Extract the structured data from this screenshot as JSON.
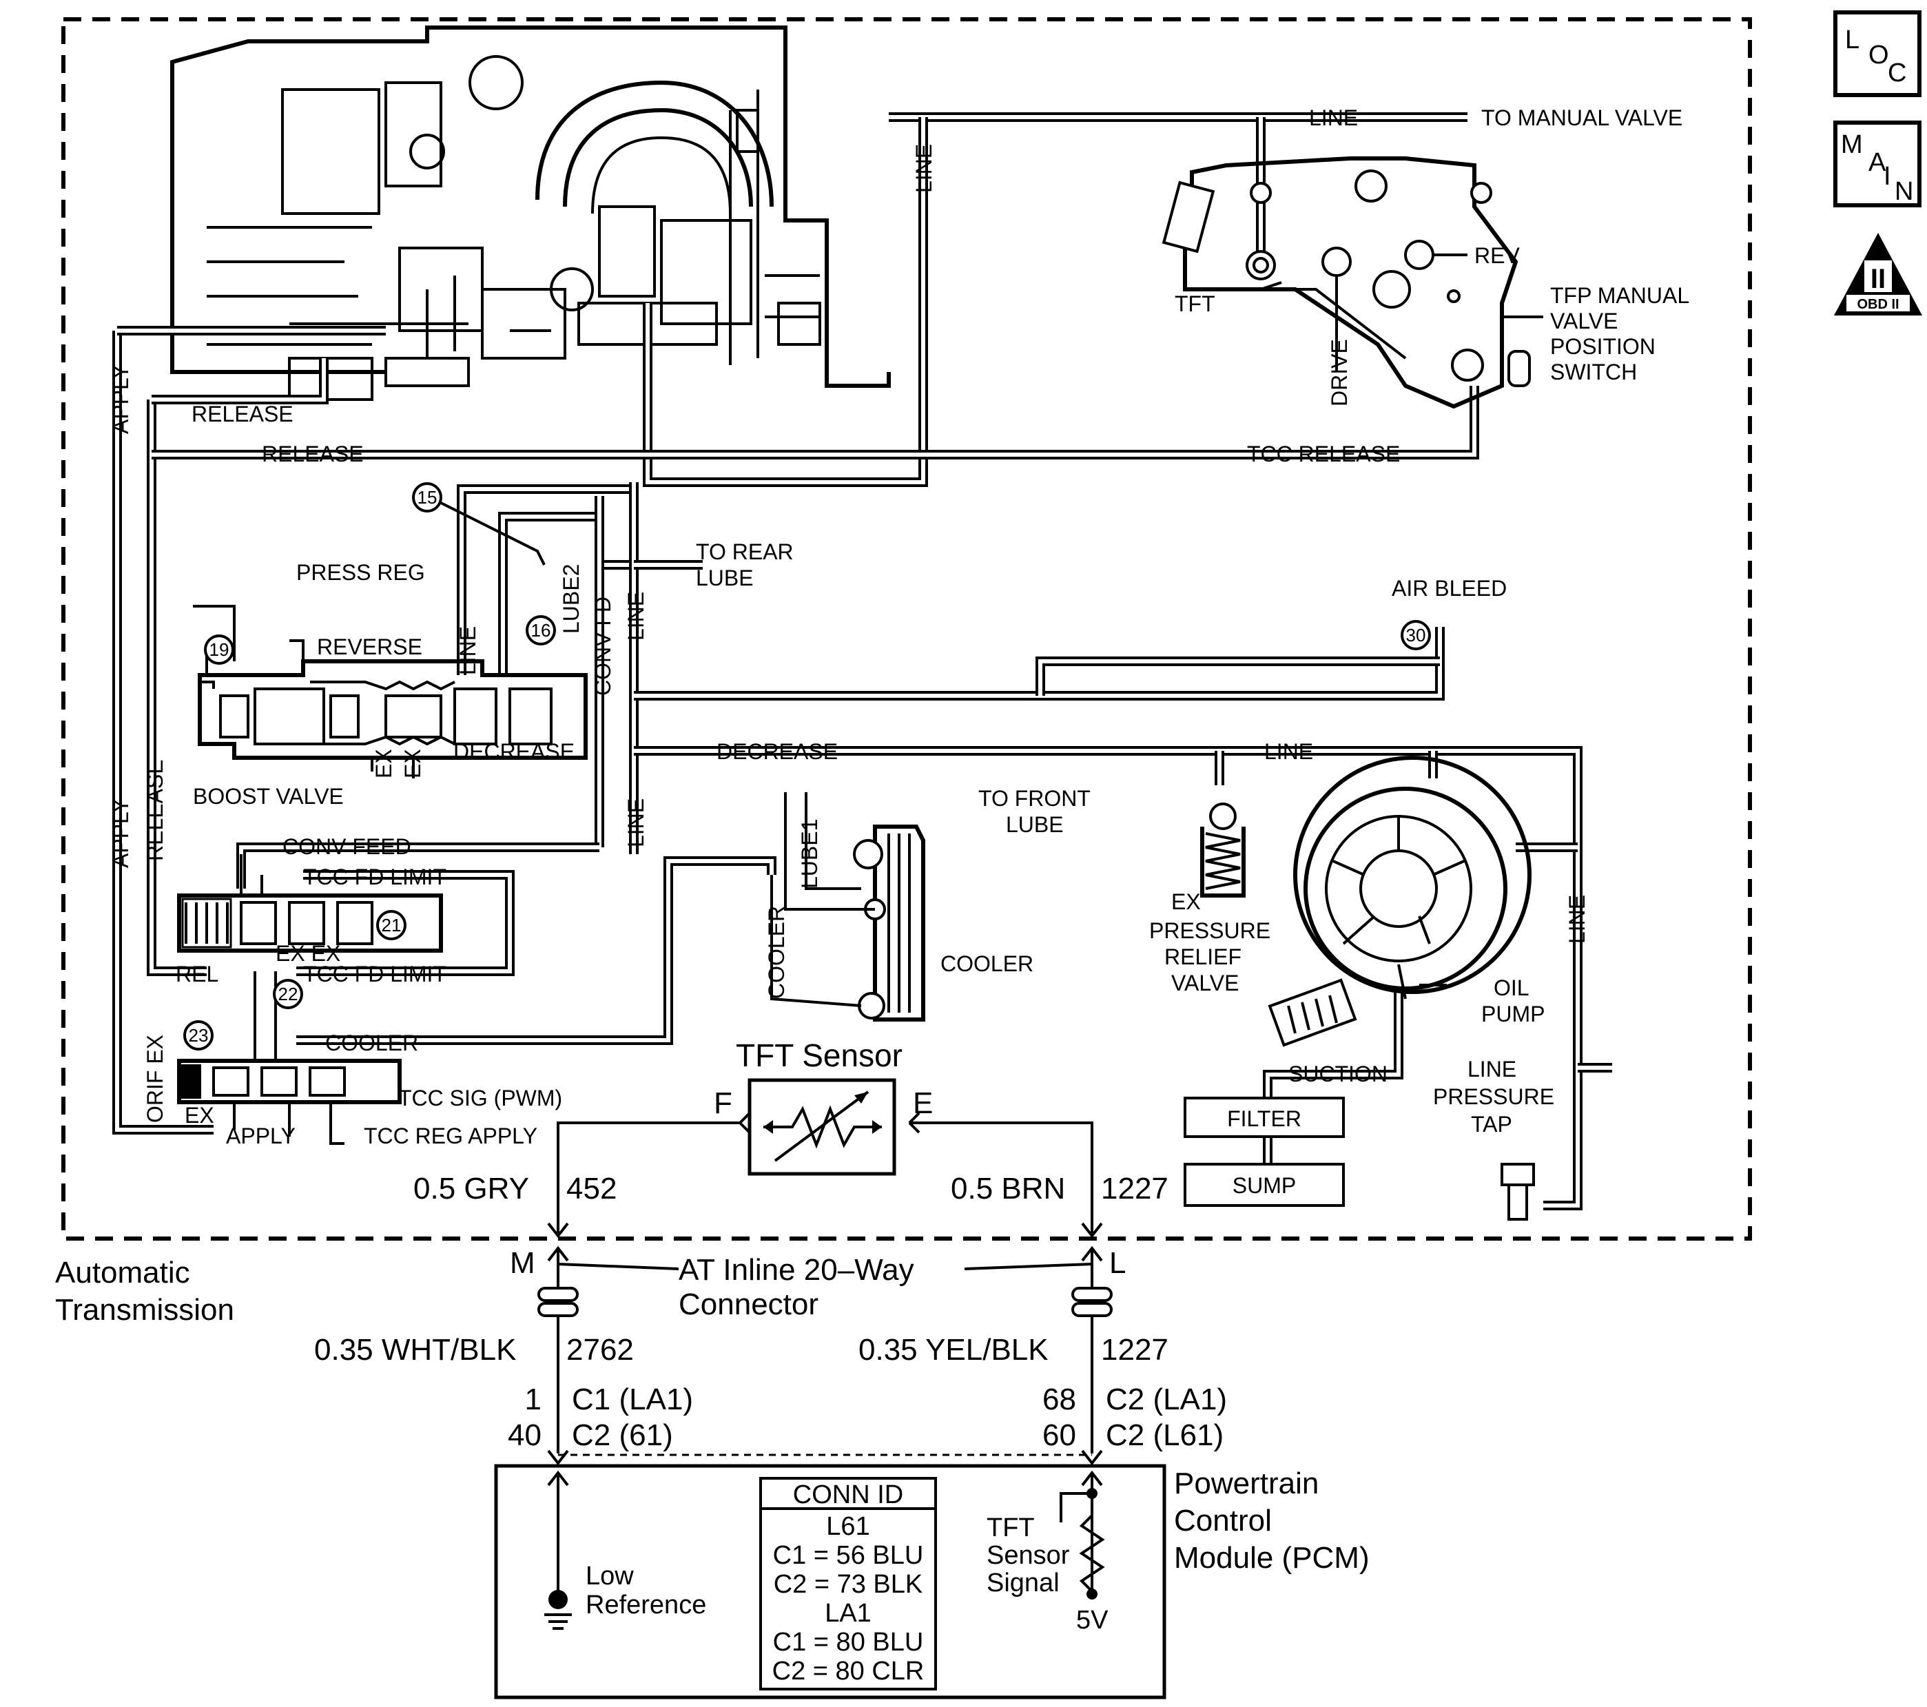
{
  "badges": {
    "loc": [
      "L",
      "O",
      "C"
    ],
    "main": [
      "M",
      "A",
      "I",
      "N"
    ],
    "obd": {
      "numeral": "II",
      "text": "OBD II"
    }
  },
  "hydraulic": {
    "line": "LINE",
    "to_manual_valve": "TO MANUAL VALVE",
    "tft": "TFT",
    "rev": "REV",
    "drive": "DRIVE",
    "tfp_switch": [
      "TFP MANUAL",
      "VALVE",
      "POSITION",
      "SWITCH"
    ],
    "apply": "APPLY",
    "release": "RELEASE",
    "tcc_release": "TCC RELEASE",
    "press_reg": "PRESS REG",
    "to_rear_lube": [
      "TO REAR",
      "LUBE"
    ],
    "lube2": "LUBE2",
    "conv_fd": "CONV FD",
    "reverse": "REVERSE",
    "air_bleed": "AIR BLEED",
    "decrease": "DECREASE",
    "ex": "EX",
    "ex_ex": "EX EX",
    "boost_valve": "BOOST VALVE",
    "conv_feed": "CONV FEED",
    "tcc_fd_limit": "TCC FD LIMIT",
    "to_front_lube": [
      "TO FRONT",
      "LUBE"
    ],
    "lube1": "LUBE1",
    "cooler": "COOLER",
    "pressure_relief": [
      "PRESSURE",
      "RELIEF",
      "VALVE"
    ],
    "oil_pump": [
      "OIL",
      "PUMP"
    ],
    "rel": "REL",
    "orif_ex": "ORIF EX",
    "tcc_sig": "TCC SIG (PWM)",
    "tcc_reg_apply": "TCC REG APPLY",
    "suction": "SUCTION",
    "filter": "FILTER",
    "sump": "SUMP",
    "line_pressure_tap": [
      "LINE",
      "PRESSURE",
      "TAP"
    ],
    "callouts": [
      "15",
      "16",
      "19",
      "21",
      "22",
      "23",
      "30"
    ]
  },
  "electrical": {
    "sensor_title": "TFT Sensor",
    "pin_f": "F",
    "pin_e": "E",
    "wire_left_top": {
      "gauge": "0.5 GRY",
      "circuit": "452"
    },
    "wire_right_top": {
      "gauge": "0.5 BRN",
      "circuit": "1227"
    },
    "connector_pin_m": "M",
    "connector_pin_l": "L",
    "connector_name": [
      "AT Inline 20–Way",
      "Connector"
    ],
    "zone_label": [
      "Automatic",
      "Transmission"
    ],
    "wire_left_bottom": {
      "gauge": "0.35 WHT/BLK",
      "circuit": "2762"
    },
    "wire_right_bottom": {
      "gauge": "0.35 YEL/BLK",
      "circuit": "1227"
    },
    "pcm_left_pins": [
      {
        "pin": "1",
        "conn": "C1 (LA1)"
      },
      {
        "pin": "40",
        "conn": "C2 (61)"
      }
    ],
    "pcm_right_pins": [
      {
        "pin": "68",
        "conn": "C2 (LA1)"
      },
      {
        "pin": "60",
        "conn": "C2 (L61)"
      }
    ],
    "pcm_name": [
      "Powertrain",
      "Control",
      "Module (PCM)"
    ],
    "low_reference": [
      "Low",
      "Reference"
    ],
    "tft_signal": [
      "TFT",
      "Sensor",
      "Signal"
    ],
    "five_volt": "5V",
    "conn_id": {
      "title": "CONN ID",
      "rows": [
        "L61",
        "C1 = 56 BLU",
        "C2 = 73 BLK",
        "LA1",
        "C1 = 80 BLU",
        "C2 = 80 CLR"
      ]
    }
  }
}
